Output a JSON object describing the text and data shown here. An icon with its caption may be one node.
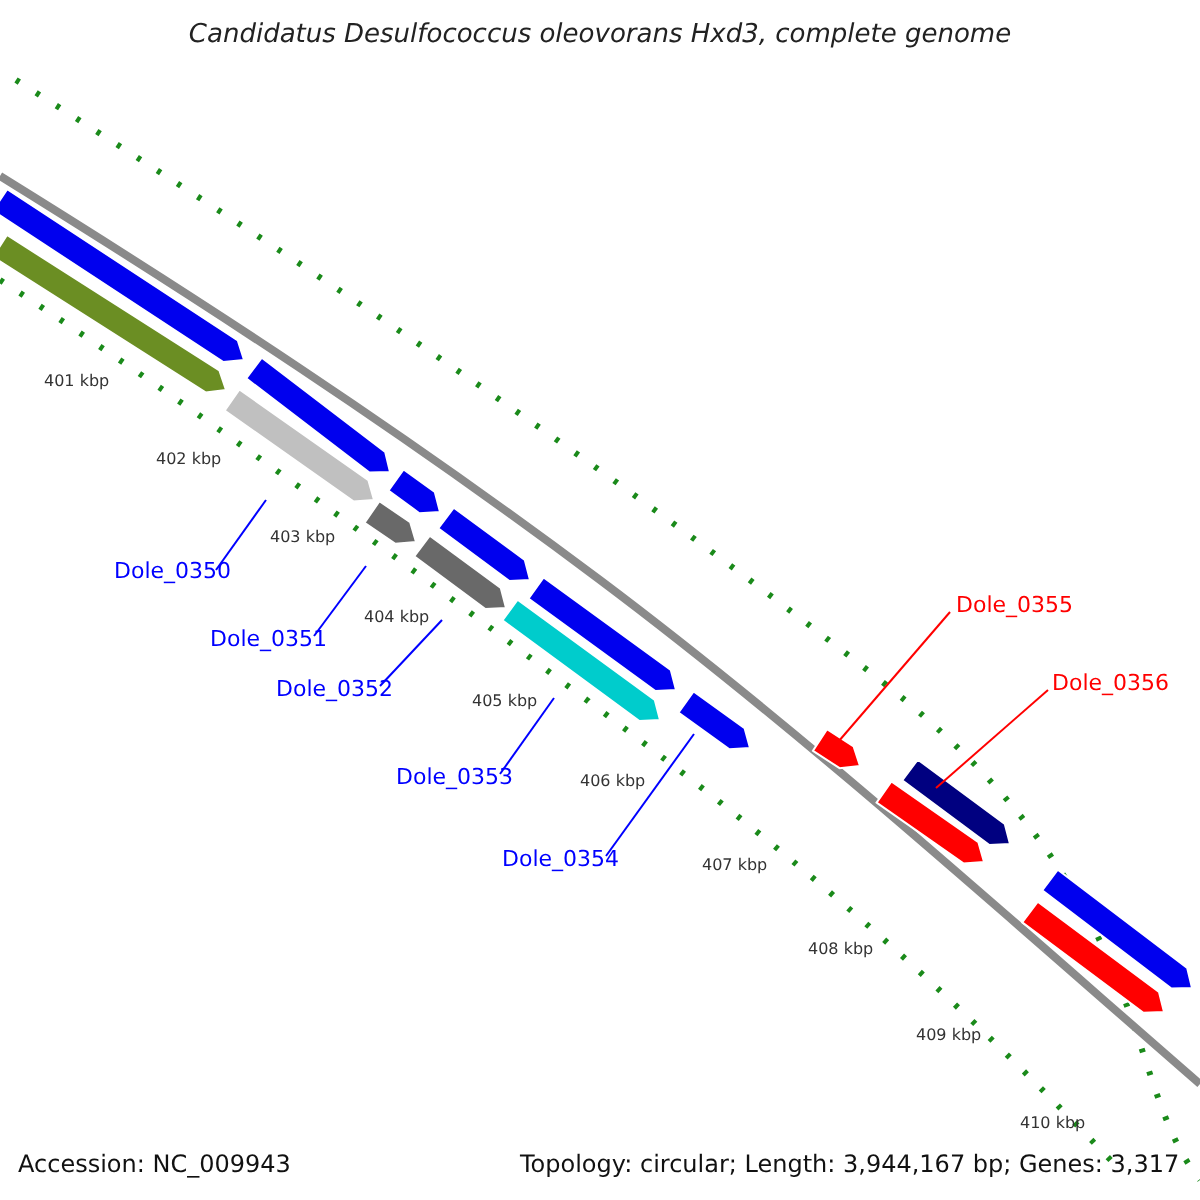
{
  "diagram": {
    "title": "Candidatus Desulfococcus oleovorans Hxd3, complete genome",
    "nodes": [
      {
        "text": [
          "Dole_0350"
        ]
      },
      {
        "text": [
          "Dole_0351"
        ]
      },
      {
        "text": [
          "Dole_0352"
        ]
      },
      {
        "text": [
          "Dole_0353"
        ]
      },
      {
        "text": [
          "Dole_0354"
        ]
      },
      {
        "text": [
          "Dole_0355"
        ]
      },
      {
        "text": [
          "Dole_0356"
        ]
      },
      {
        "text": [],
        "shape": "bar"
      },
      {
        "text": [],
        "shape": "bar"
      },
      {
        "text": [],
        "shape": "bar"
      },
      {
        "text": [],
        "shape": "bar"
      },
      {
        "text": [],
        "shape": "bar"
      },
      {
        "text": [],
        "shape": "bar"
      },
      {
        "text": [],
        "shape": "bar"
      },
      {
        "text": [],
        "shape": "bar"
      },
      {
        "text": [],
        "shape": "bar"
      },
      {
        "text": [],
        "shape": "bar"
      },
      {
        "text": [],
        "shape": "bar"
      },
      {
        "text": [],
        "shape": "bar"
      },
      {
        "text": [],
        "shape": "bar"
      },
      {
        "text": [],
        "shape": "bar"
      },
      {
        "text": [],
        "shape": "bar"
      },
      {
        "text": [],
        "shape": "bar"
      }
    ],
    "edges": [
      {
        "from": 0,
        "to": 7,
        "arrow": "none"
      },
      {
        "from": 1,
        "to": 8,
        "arrow": "none"
      },
      {
        "from": 2,
        "to": 9,
        "arrow": "none"
      },
      {
        "from": 3,
        "to": 10,
        "arrow": "none"
      },
      {
        "from": 4,
        "to": 11,
        "arrow": "none"
      },
      {
        "from": 5,
        "to": 12,
        "arrow": "none",
        "color": "#ff0000"
      },
      {
        "from": 6,
        "to": 13,
        "arrow": "none",
        "color": "#ff0000"
      }
    ],
    "labels": [
      "401 kbp",
      "402 kbp",
      "403 kbp",
      "404 kbp",
      "405 kbp",
      "406 kbp",
      "407 kbp",
      "408 kbp",
      "409 kbp",
      "410 kbp",
      "Accession: NC_009943",
      "Topology: circular; Length: 3,944,167 bp; Genes: 3,317"
    ]
  }
}
